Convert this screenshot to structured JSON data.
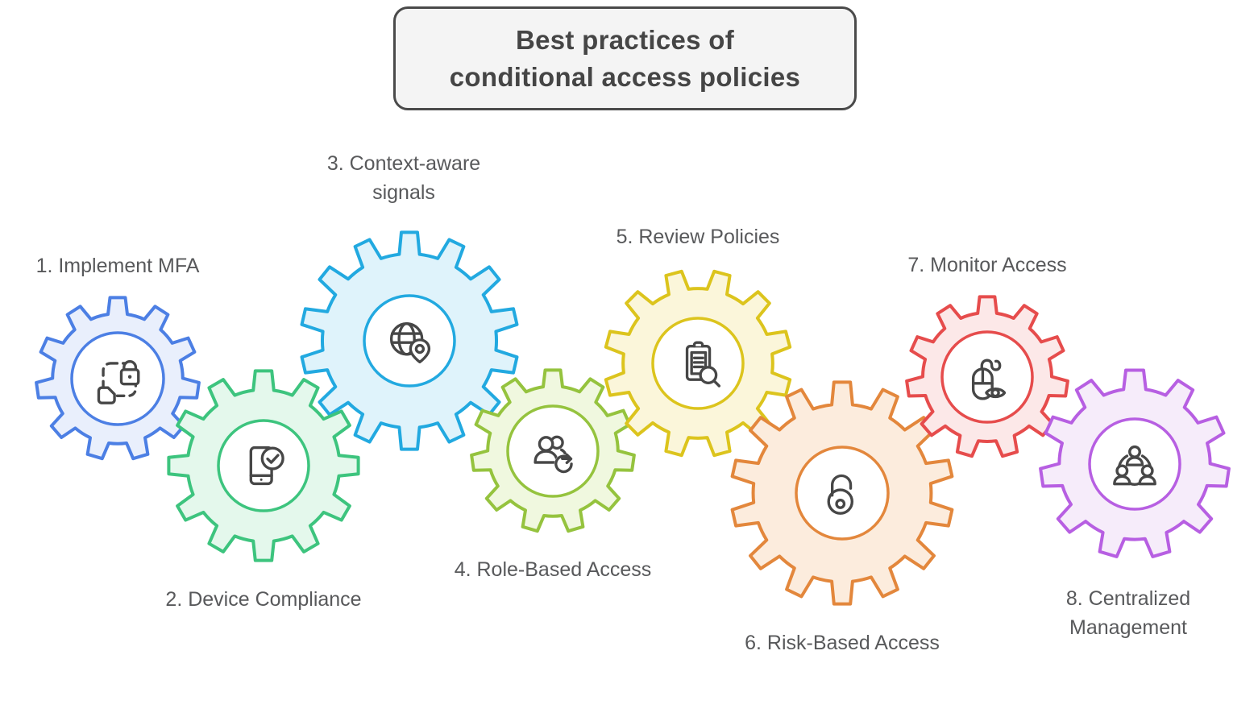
{
  "title": "Best practices of\nconditional access policies",
  "colors": {
    "background": "#ffffff",
    "title_border": "#4a4a4a",
    "title_bg": "#f4f4f4",
    "title_text": "#454545",
    "label_text": "#58595b",
    "icon_stroke": "#474747"
  },
  "gears": [
    {
      "label": "1. Implement MFA",
      "icon": "document-lock-icon",
      "stroke": "#4c7fe4",
      "fill": "#e9effc",
      "teeth": 11,
      "radius": 101,
      "rotation_deg": 0
    },
    {
      "label": "2. Device Compliance",
      "icon": "phone-check-icon",
      "stroke": "#3dc47e",
      "fill": "#e4f8ec",
      "teeth": 12,
      "radius": 118,
      "rotation_deg": 0
    },
    {
      "label": "3. Context-aware\nsignals",
      "icon": "globe-location-pin-icon",
      "stroke": "#22a9e0",
      "fill": "#dff3fb",
      "teeth": 14,
      "radius": 135,
      "rotation_deg": 0
    },
    {
      "label": "4. Role-Based Access",
      "icon": "users-refresh-icon",
      "stroke": "#95c33e",
      "fill": "#f0f8df",
      "teeth": 11,
      "radius": 101,
      "rotation_deg": 0
    },
    {
      "label": "5. Review Policies",
      "icon": "clipboard-magnifier-icon",
      "stroke": "#dcc41d",
      "fill": "#fbf6da",
      "teeth": 12,
      "radius": 116,
      "rotation_deg": 15
    },
    {
      "label": "6. Risk-Based Access",
      "icon": "open-padlock-icon",
      "stroke": "#e3873c",
      "fill": "#fcecdd",
      "teeth": 14,
      "radius": 138,
      "rotation_deg": 0
    },
    {
      "label": "7. Monitor Access",
      "icon": "mouse-eye-icon",
      "stroke": "#e64c4c",
      "fill": "#fce8e8",
      "teeth": 11,
      "radius": 100,
      "rotation_deg": 0
    },
    {
      "label": "8. Centralized\nManagement",
      "icon": "team-network-icon",
      "stroke": "#b75fe2",
      "fill": "#f6ecfa",
      "teeth": 11,
      "radius": 117,
      "rotation_deg": 0
    }
  ]
}
